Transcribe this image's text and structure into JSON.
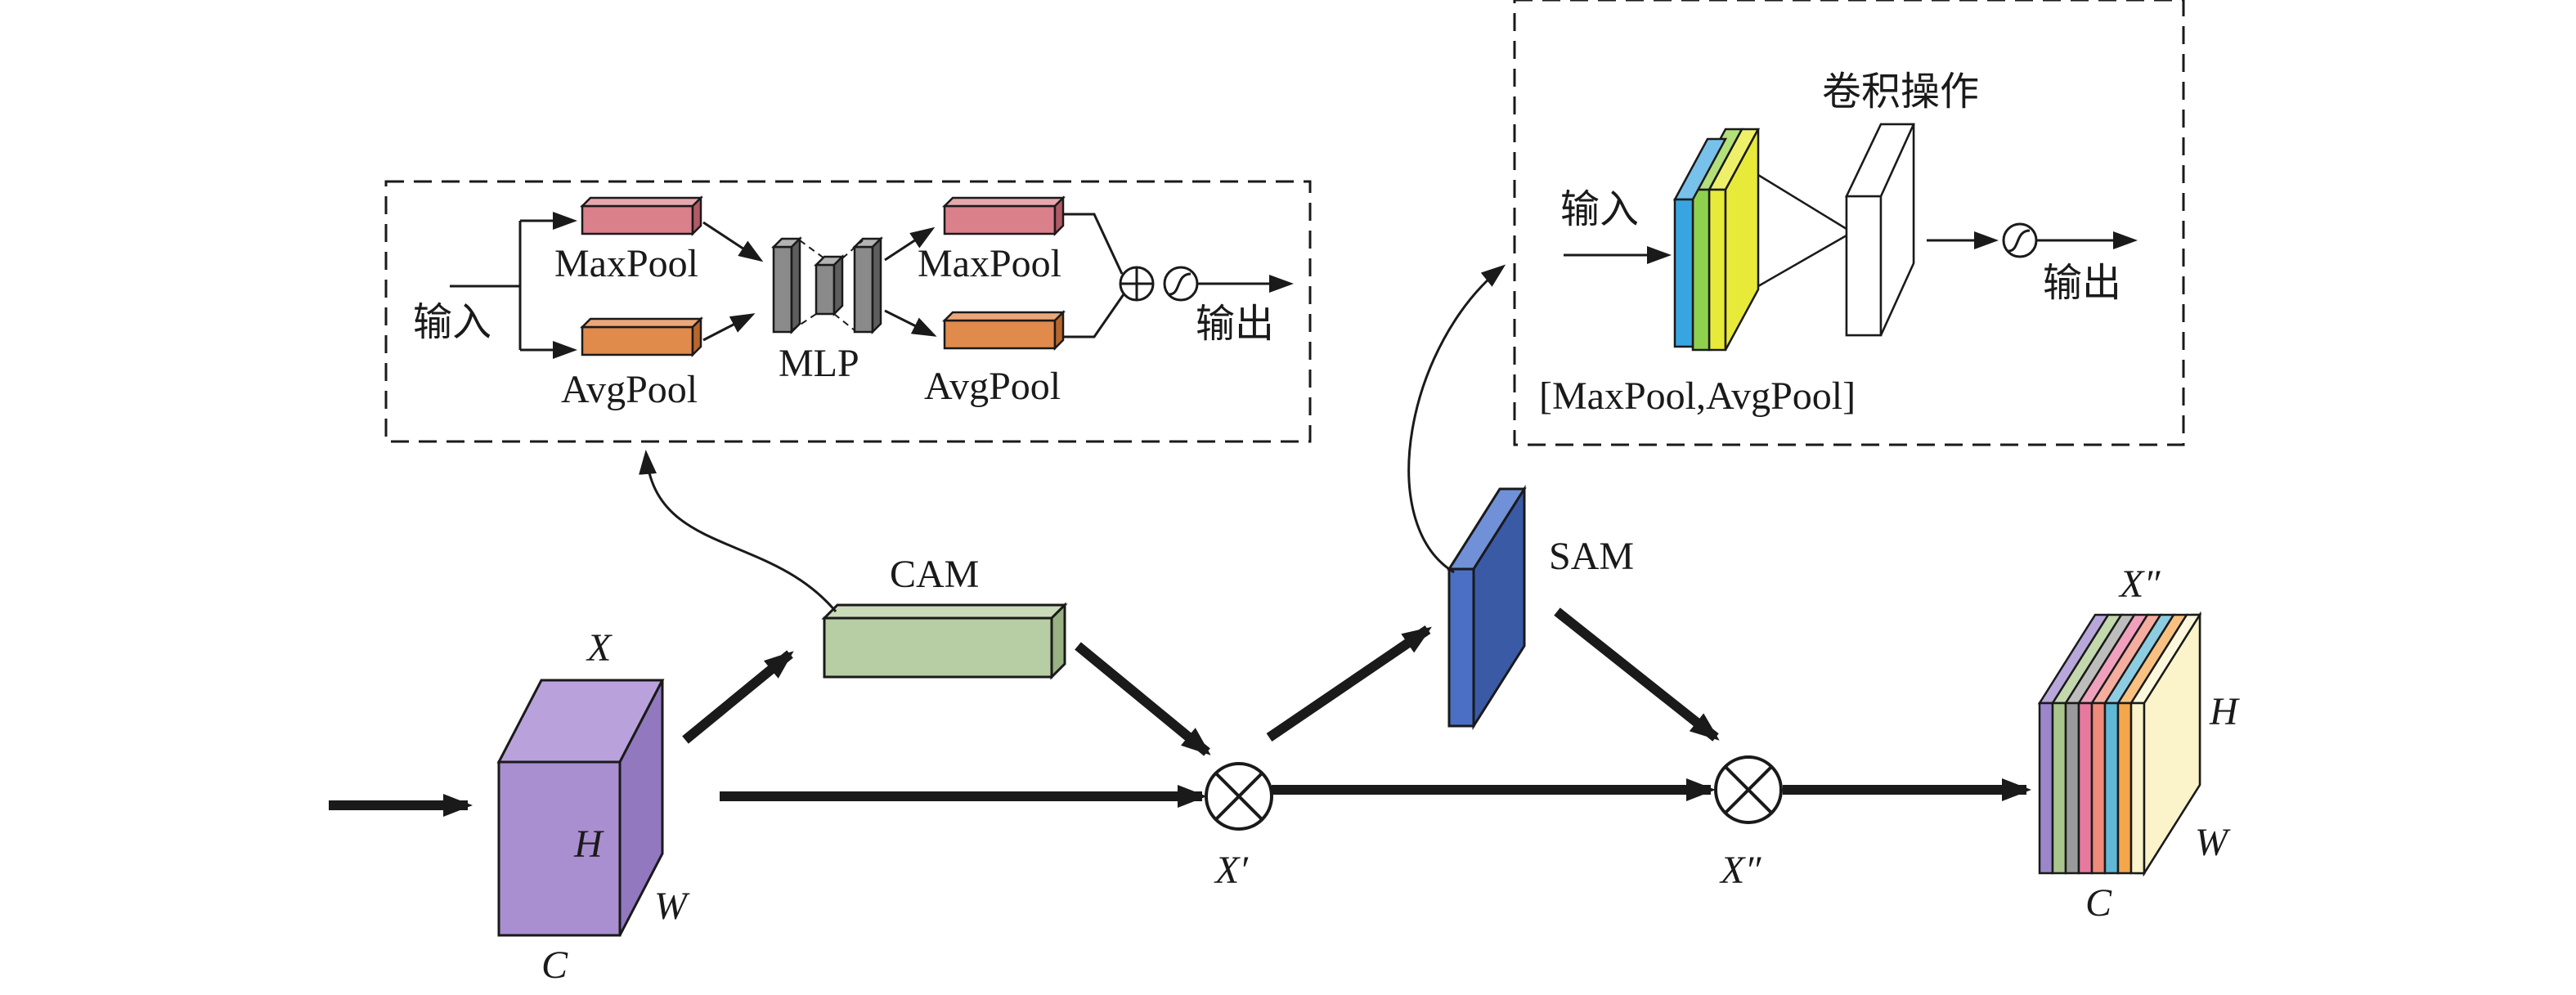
{
  "cam_detail": {
    "input_label": "输入",
    "maxpool_label": "MaxPool",
    "avgpool_label": "AvgPool",
    "mlp_label": "MLP",
    "maxpool2_label": "MaxPool",
    "avgpool2_label": "AvgPool",
    "output_label": "输出"
  },
  "sam_detail": {
    "conv_label": "卷积操作",
    "input_label": "输入",
    "output_label": "输出",
    "pool_label": "[MaxPool,AvgPool]"
  },
  "main_flow": {
    "cam_label": "CAM",
    "sam_label": "SAM",
    "input_tensor": {
      "top": "X",
      "height": "H",
      "width": "W",
      "channel": "C"
    },
    "x_prime": "X′",
    "x_double_prime": "X″",
    "output_tensor": {
      "top": "X″",
      "height": "H",
      "width": "W",
      "channel": "C"
    }
  },
  "colors": {
    "maxpool": "#d9808a",
    "avgpool": "#e08a4c",
    "mlp": "#8a8a8a",
    "cam_block": "#b7cda3",
    "sam_block": "#4a6fc4",
    "input_tensor": "#a98fd0",
    "sam_layers": [
      "#37a6e0",
      "#8fd14f",
      "#e8ea3a"
    ],
    "output_layers": [
      "#9b86c9",
      "#a9c58c",
      "#9a9a9a",
      "#e7799f",
      "#f08a7a",
      "#5fb8d5",
      "#f4a64a",
      "#fbf3c9"
    ]
  },
  "icons": [
    "multiply-circle-icon",
    "plus-circle-icon",
    "sigmoid-icon",
    "arrow-icon"
  ]
}
